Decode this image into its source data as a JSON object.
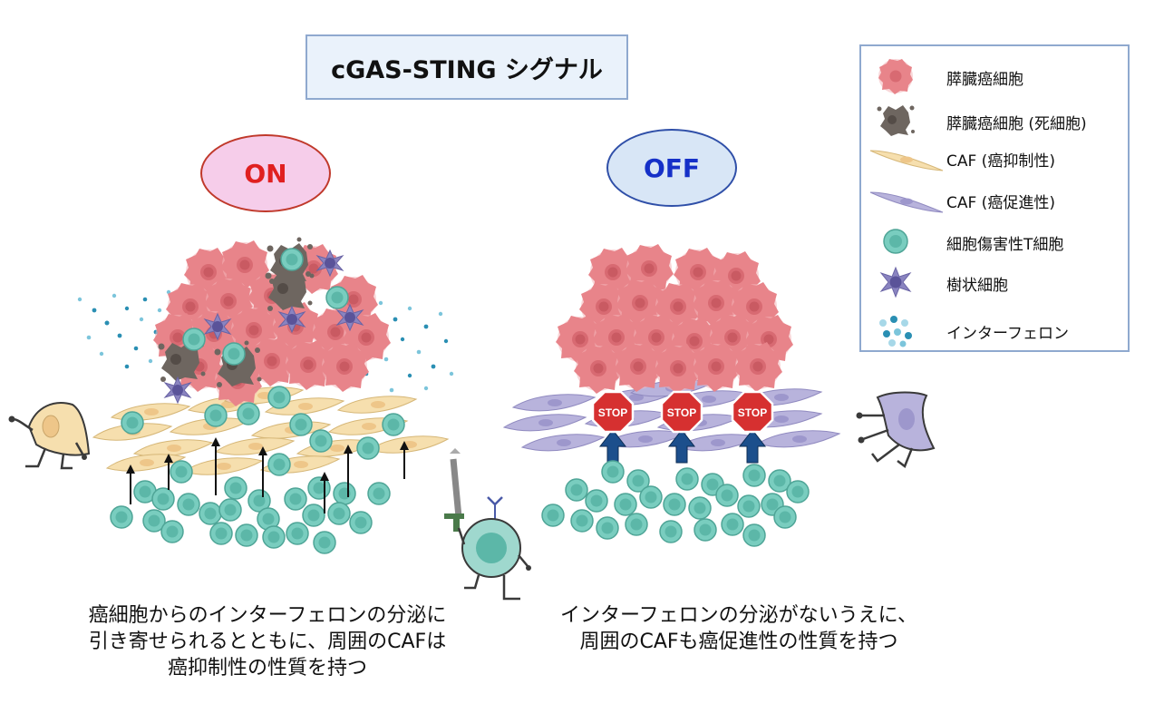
{
  "title": "cGAS-STING シグナル",
  "states": {
    "on": "ON",
    "off": "OFF"
  },
  "stop_label": "STOP",
  "legend": [
    {
      "icon": "pancreatic-cancer-cell-icon",
      "label": "膵臓癌細胞"
    },
    {
      "icon": "dead-cancer-cell-icon",
      "label": "膵臓癌細胞 (死細胞)"
    },
    {
      "icon": "caf-suppressive-icon",
      "label": "CAF (癌抑制性)"
    },
    {
      "icon": "caf-promoting-icon",
      "label": "CAF (癌促進性)"
    },
    {
      "icon": "cytotoxic-t-cell-icon",
      "label": "細胞傷害性T細胞"
    },
    {
      "icon": "dendritic-cell-icon",
      "label": "樹状細胞"
    },
    {
      "icon": "interferon-icon",
      "label": "インターフェロン"
    }
  ],
  "captions": {
    "on": [
      "癌細胞からのインターフェロンの分泌に",
      "引き寄せられるとともに、周囲のCAFは",
      "癌抑制性の性質を持つ"
    ],
    "off": [
      "インターフェロンの分泌がないうえに、",
      "周囲のCAFも癌促進性の性質を持つ"
    ]
  },
  "colors": {
    "cancer": "#e8848a",
    "dead": "#6e6660",
    "caf_suppressive": "#f6dfae",
    "caf_promoting": "#b8b3dc",
    "t_cell": "#79cdbf",
    "dendritic": "#8a84c0",
    "interferon": "#2a8fb3",
    "stop": "#d63030",
    "arrow_up": "#1c4f8c"
  }
}
